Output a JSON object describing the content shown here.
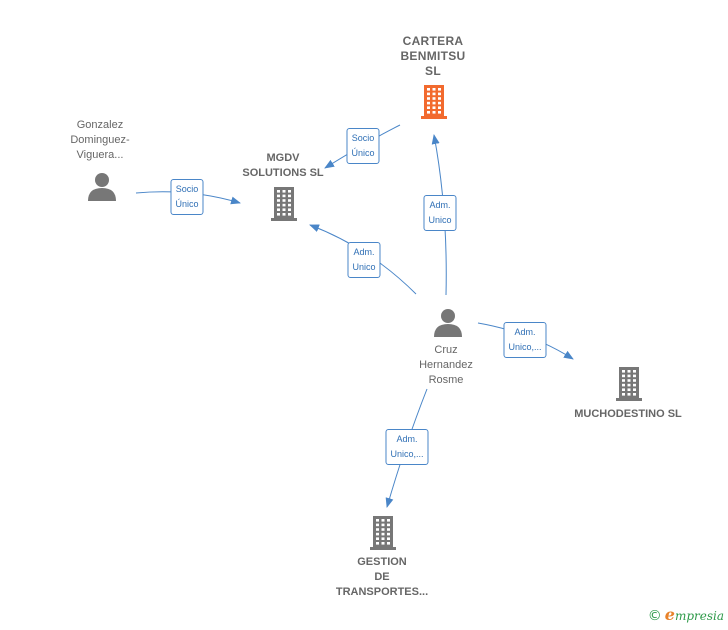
{
  "colors": {
    "edge": "#4a86c8",
    "building": "#777777",
    "highlight_building": "#f26a2e",
    "person": "#777777"
  },
  "nodes": {
    "cartera": {
      "lines": [
        "CARTERA",
        "BENMITSU",
        "SL"
      ],
      "icon": "building-icon",
      "highlight": true
    },
    "mgdv": {
      "lines": [
        "MGDV",
        "SOLUTIONS  SL"
      ],
      "icon": "building-icon"
    },
    "gonzalez": {
      "lines": [
        "Gonzalez",
        "Dominguez-",
        "Viguera..."
      ],
      "icon": "person-icon"
    },
    "cruz": {
      "lines": [
        "Cruz",
        "Hernandez",
        "Rosme"
      ],
      "icon": "person-icon"
    },
    "muchodestino": {
      "lines": [
        "MUCHODESTINO SL"
      ],
      "icon": "building-icon"
    },
    "gestion": {
      "lines": [
        "GESTION",
        "DE",
        "TRANSPORTES..."
      ],
      "icon": "building-icon"
    }
  },
  "edges": [
    {
      "id": "cartera-mgdv",
      "from": "cartera",
      "to": "mgdv",
      "label": [
        "Socio",
        "Único"
      ]
    },
    {
      "id": "gonzalez-mgdv",
      "from": "gonzalez",
      "to": "mgdv",
      "label": [
        "Socio",
        "Único"
      ]
    },
    {
      "id": "cruz-cartera",
      "from": "cruz",
      "to": "cartera",
      "label": [
        "Adm.",
        "Unico"
      ]
    },
    {
      "id": "cruz-mgdv",
      "from": "cruz",
      "to": "mgdv",
      "label": [
        "Adm.",
        "Unico"
      ]
    },
    {
      "id": "cruz-muchodestino",
      "from": "cruz",
      "to": "muchodestino",
      "label": [
        "Adm.",
        "Unico,..."
      ]
    },
    {
      "id": "cruz-gestion",
      "from": "cruz",
      "to": "gestion",
      "label": [
        "Adm.",
        "Unico,..."
      ]
    }
  ],
  "brand": {
    "copyright": "©",
    "initial": "e",
    "rest": "mpresia"
  }
}
